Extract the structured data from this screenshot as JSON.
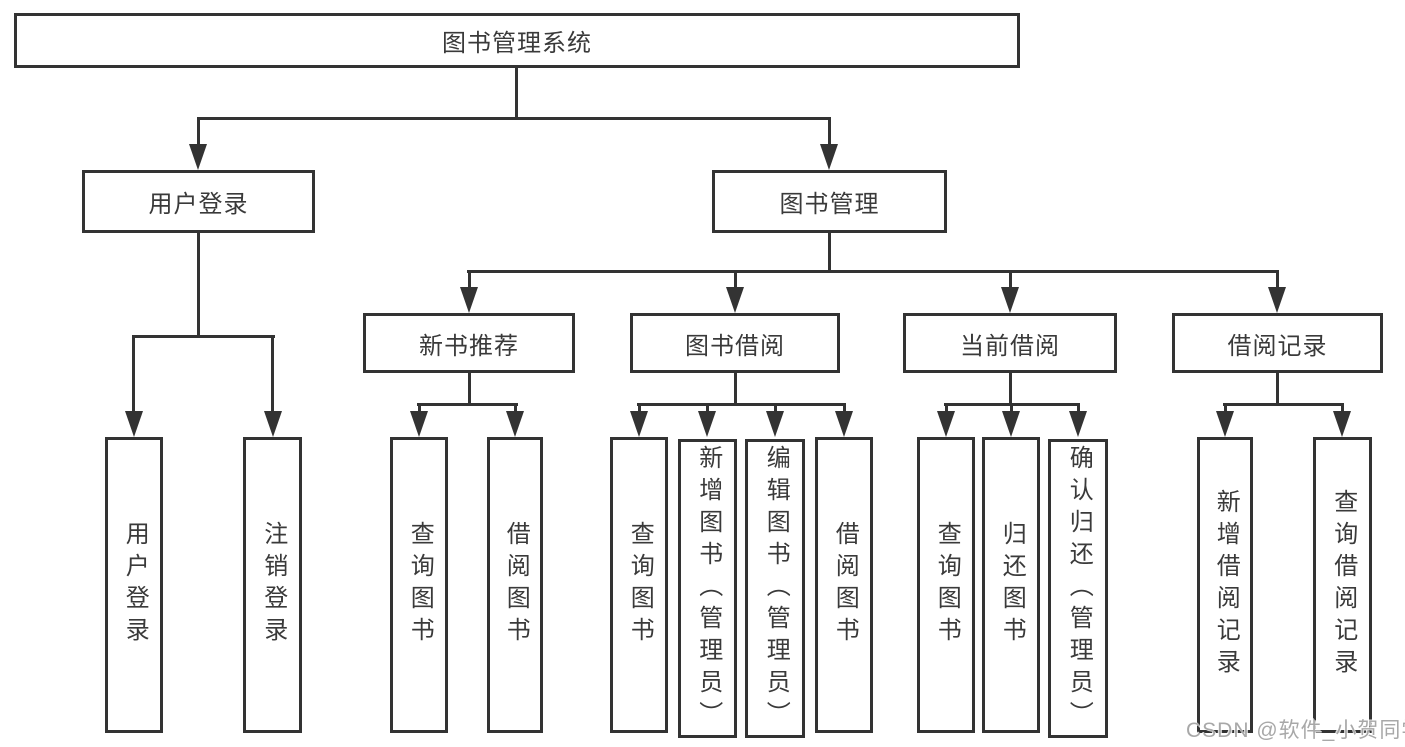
{
  "tree": {
    "root": {
      "label": "图书管理系统"
    },
    "branches": [
      {
        "label": "用户登录",
        "children": [
          {
            "label": "用户登录"
          },
          {
            "label": "注销登录"
          }
        ]
      },
      {
        "label": "图书管理",
        "children": [
          {
            "label": "新书推荐",
            "children": [
              {
                "label": "查询图书"
              },
              {
                "label": "借阅图书"
              }
            ]
          },
          {
            "label": "图书借阅",
            "children": [
              {
                "label": "查询图书"
              },
              {
                "label": "新增图书（管理员）"
              },
              {
                "label": "编辑图书（管理员）"
              },
              {
                "label": "借阅图书"
              }
            ]
          },
          {
            "label": "当前借阅",
            "children": [
              {
                "label": "查询图书"
              },
              {
                "label": "归还图书"
              },
              {
                "label": "确认归还（管理员）"
              }
            ]
          },
          {
            "label": "借阅记录",
            "children": [
              {
                "label": "新增借阅记录"
              },
              {
                "label": "查询借阅记录"
              }
            ]
          }
        ]
      }
    ]
  },
  "watermark": "CSDN @软件_小贺同学",
  "colors": {
    "line": "#333333",
    "box_border": "#333333",
    "text": "#3a3a3a",
    "watermark": "#a8a8a8",
    "background": "#ffffff"
  }
}
